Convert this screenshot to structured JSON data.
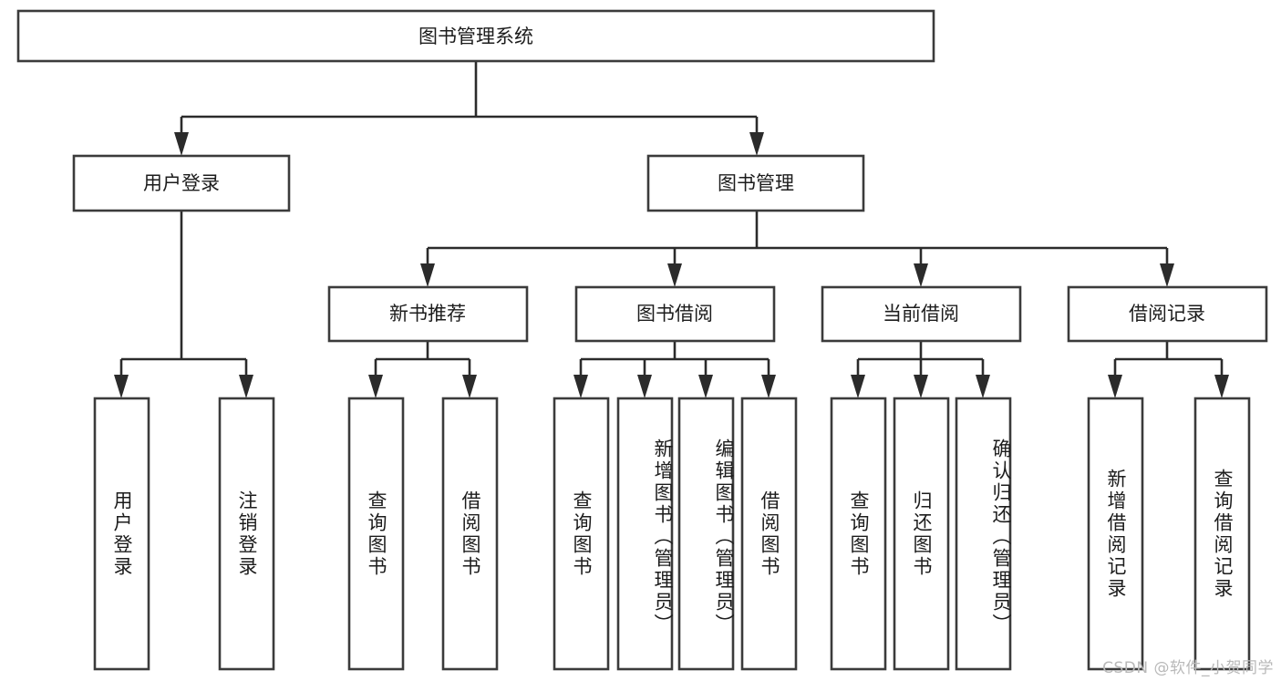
{
  "diagram": {
    "type": "tree-hierarchy",
    "title": "图书管理系统",
    "watermark": "CSDN @软件_小贺同学",
    "colors": {
      "box_stroke": "#3b3b3b",
      "connector": "#2b2b2b",
      "box_fill": "#ffffff",
      "text": "#1c1c1c",
      "watermark": "#b9b9b9",
      "background": "#ffffff"
    },
    "levels": [
      {
        "level": 1,
        "nodes": [
          {
            "id": "root",
            "label": "图书管理系统",
            "orientation": "horizontal"
          }
        ]
      },
      {
        "level": 2,
        "nodes": [
          {
            "id": "login",
            "label": "用户登录",
            "orientation": "horizontal",
            "parent": "root"
          },
          {
            "id": "bookmgmt",
            "label": "图书管理",
            "orientation": "horizontal",
            "parent": "root"
          }
        ]
      },
      {
        "level": 3,
        "nodes": [
          {
            "id": "newbook",
            "label": "新书推荐",
            "orientation": "horizontal",
            "parent": "bookmgmt"
          },
          {
            "id": "borrow",
            "label": "图书借阅",
            "orientation": "horizontal",
            "parent": "bookmgmt"
          },
          {
            "id": "current",
            "label": "当前借阅",
            "orientation": "horizontal",
            "parent": "bookmgmt"
          },
          {
            "id": "records",
            "label": "借阅记录",
            "orientation": "horizontal",
            "parent": "bookmgmt"
          }
        ]
      },
      {
        "level": 4,
        "nodes": [
          {
            "id": "leaf1",
            "label": "用户登录",
            "orientation": "vertical",
            "parent": "login"
          },
          {
            "id": "leaf2",
            "label": "注销登录",
            "orientation": "vertical",
            "parent": "login"
          },
          {
            "id": "leaf3",
            "label": "查询图书",
            "orientation": "vertical",
            "parent": "newbook"
          },
          {
            "id": "leaf4",
            "label": "借阅图书",
            "orientation": "vertical",
            "parent": "newbook"
          },
          {
            "id": "leaf5",
            "label": "查询图书",
            "orientation": "vertical",
            "parent": "borrow"
          },
          {
            "id": "leaf6",
            "label": "新增图书（管理员）",
            "orientation": "vertical",
            "parent": "borrow"
          },
          {
            "id": "leaf7",
            "label": "编辑图书（管理员）",
            "orientation": "vertical",
            "parent": "borrow"
          },
          {
            "id": "leaf8",
            "label": "借阅图书",
            "orientation": "vertical",
            "parent": "borrow"
          },
          {
            "id": "leaf9",
            "label": "查询图书",
            "orientation": "vertical",
            "parent": "current"
          },
          {
            "id": "leaf10",
            "label": "归还图书",
            "orientation": "vertical",
            "parent": "current"
          },
          {
            "id": "leaf11",
            "label": "确认归还（管理员）",
            "orientation": "vertical",
            "parent": "current"
          },
          {
            "id": "leaf12",
            "label": "新增借阅记录",
            "orientation": "vertical",
            "parent": "records"
          },
          {
            "id": "leaf13",
            "label": "查询借阅记录",
            "orientation": "vertical",
            "parent": "records"
          }
        ]
      }
    ]
  }
}
